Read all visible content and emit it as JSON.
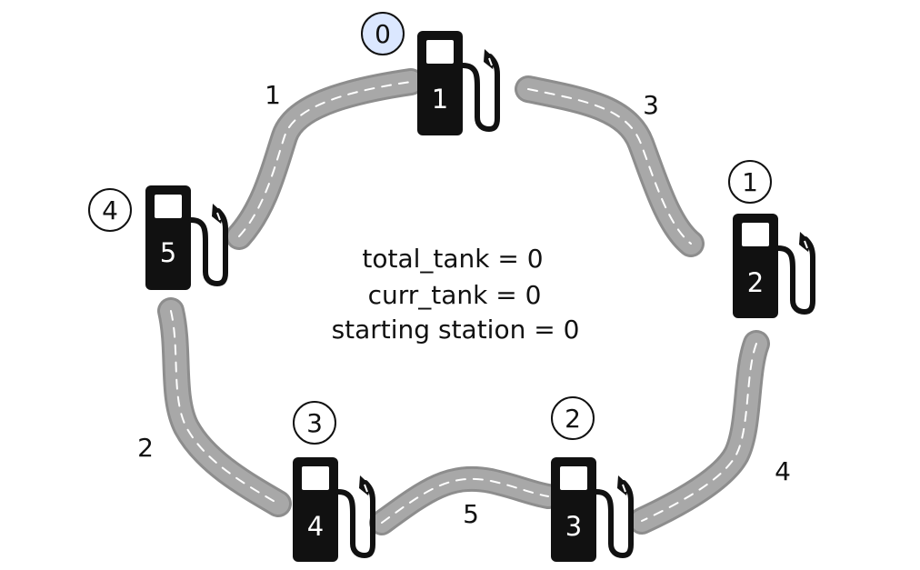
{
  "diagram": {
    "stations": [
      {
        "pump_label": "1",
        "circle_label": "0",
        "highlight": true
      },
      {
        "pump_label": "2",
        "circle_label": "1",
        "highlight": false
      },
      {
        "pump_label": "3",
        "circle_label": "2",
        "highlight": false
      },
      {
        "pump_label": "4",
        "circle_label": "3",
        "highlight": false
      },
      {
        "pump_label": "5",
        "circle_label": "4",
        "highlight": false
      }
    ],
    "roads": [
      {
        "label": "1"
      },
      {
        "label": "3"
      },
      {
        "label": "4"
      },
      {
        "label": "5"
      },
      {
        "label": "2"
      }
    ],
    "state": {
      "line1": "total_tank = 0",
      "line2": "curr_tank = 0",
      "line3": "starting station = 0"
    },
    "colors": {
      "pump": "#111111",
      "road": "#a8a8a8",
      "road_edge": "#8d8d8d",
      "road_dash": "#ffffff",
      "highlight_fill": "#dbe7ff",
      "circle_stroke": "#111111"
    },
    "icons": {
      "pump": "fuel-pump-icon",
      "road": "road-icon"
    }
  }
}
